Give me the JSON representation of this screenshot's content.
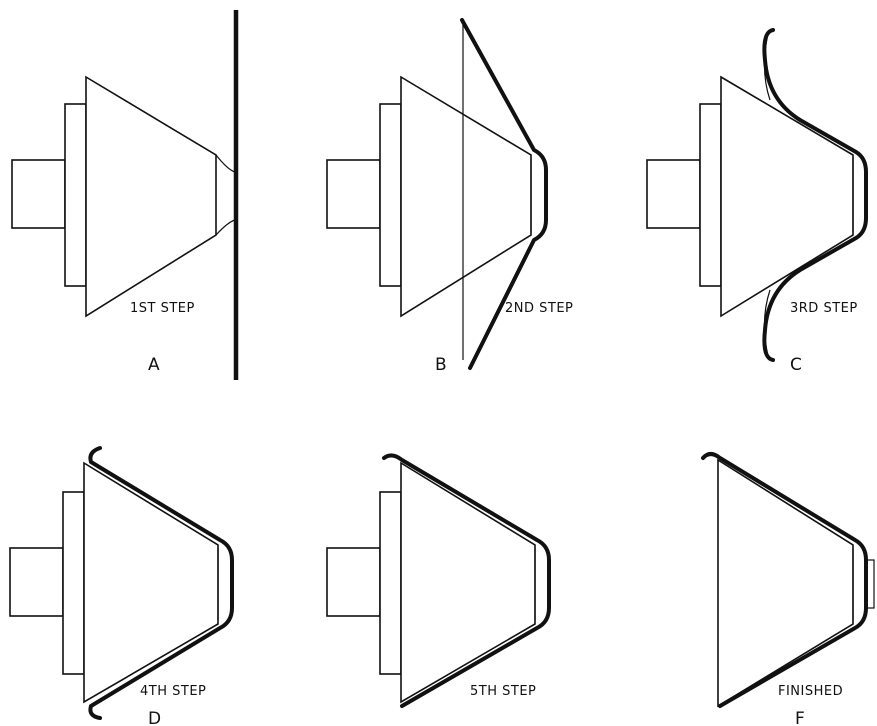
{
  "panels": [
    {
      "id": "A",
      "letter": "A",
      "step": "1ST STEP"
    },
    {
      "id": "B",
      "letter": "B",
      "step": "2ND STEP"
    },
    {
      "id": "C",
      "letter": "C",
      "step": "3RD STEP"
    },
    {
      "id": "D",
      "letter": "D",
      "step": "4TH STEP"
    },
    {
      "id": "E",
      "letter": "",
      "step": "5TH STEP"
    },
    {
      "id": "F",
      "letter": "F",
      "step": "FINISHED"
    }
  ]
}
